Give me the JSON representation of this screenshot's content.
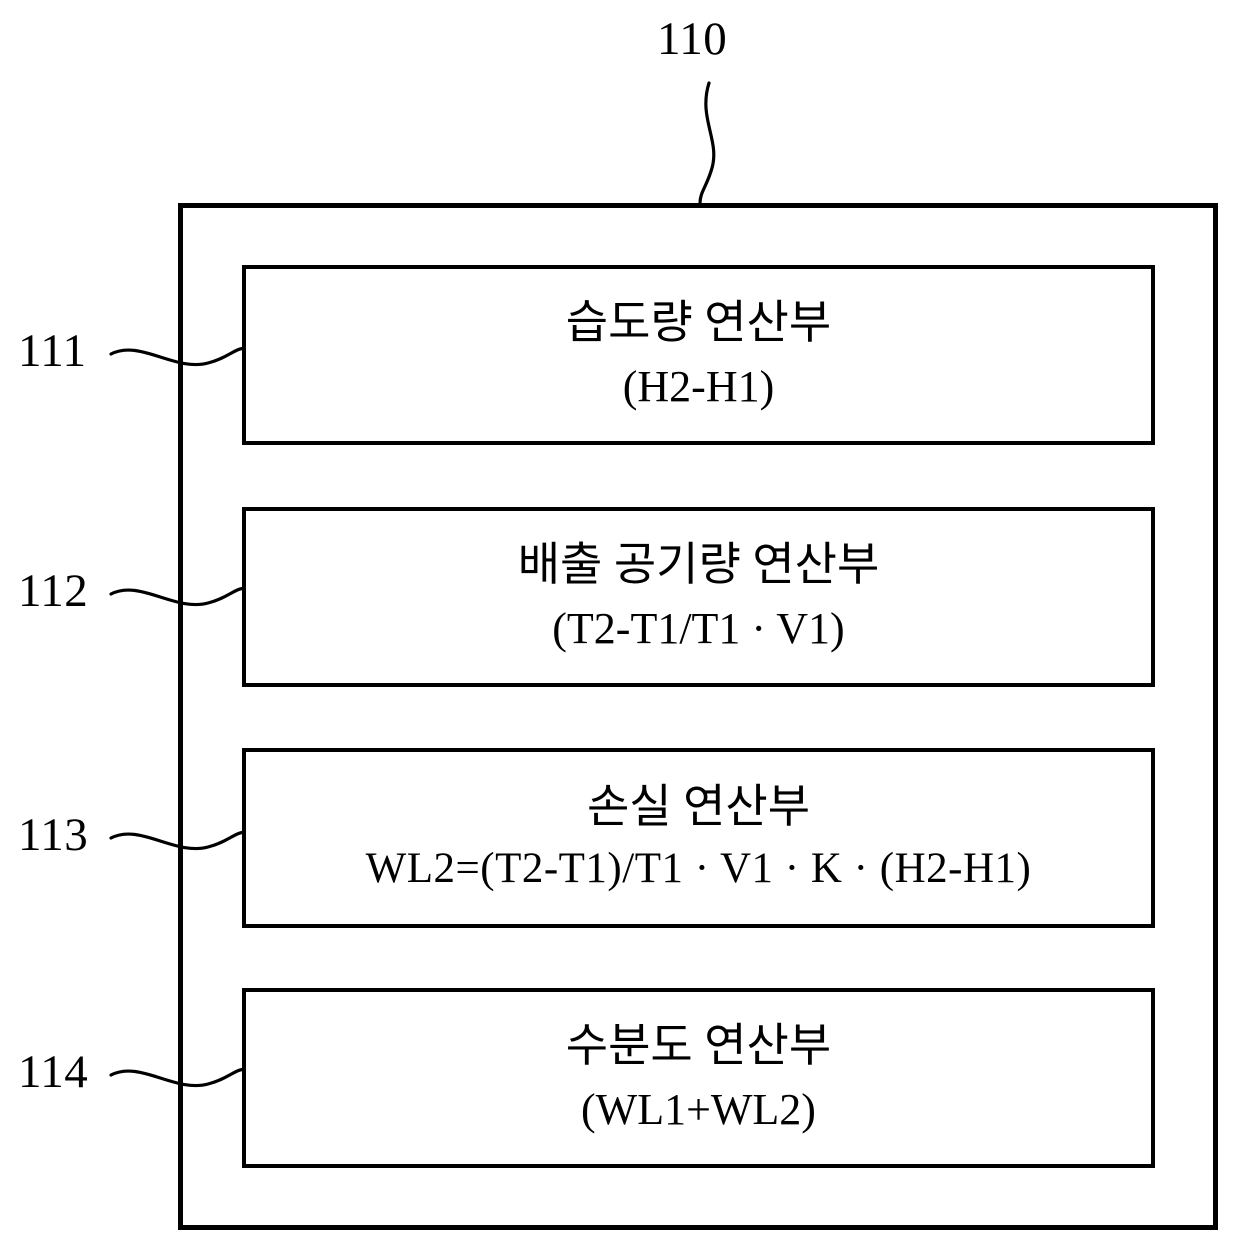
{
  "figure": {
    "outer_ref": "110",
    "background_color": "#ffffff",
    "line_color": "#000000"
  },
  "modules": [
    {
      "ref": "111",
      "title": "습도량 연산부",
      "formula": "(H2-H1)"
    },
    {
      "ref": "112",
      "title": "배출 공기량 연산부",
      "formula": "(T2-T1/T1 · V1)"
    },
    {
      "ref": "113",
      "title": "손실 연산부",
      "formula": "WL2=(T2-T1)/T1 · V1 · K · (H2-H1)"
    },
    {
      "ref": "114",
      "title": "수분도 연산부",
      "formula": "(WL1+WL2)"
    }
  ]
}
